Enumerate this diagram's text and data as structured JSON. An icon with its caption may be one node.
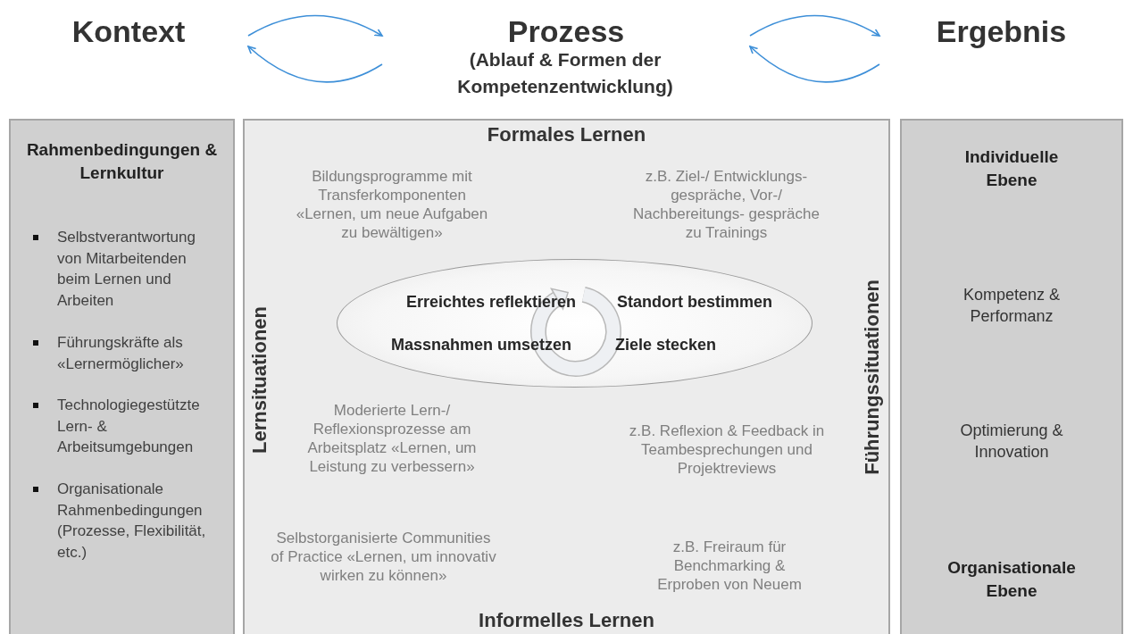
{
  "diagram": {
    "nodes": [
      {
        "text": [
          "Kontext"
        ]
      },
      {
        "text": [
          "Prozess",
          "(Ablauf & Formen der Kompetenzentwicklung)"
        ]
      },
      {
        "text": [
          "Ergebnis"
        ]
      },
      {
        "text": [
          "Rahmenbedingungen & Lernkultur",
          "Selbstverantwortung von Mitarbeitenden beim Lernen und Arbeiten",
          "Führungskräfte als «Lernermöglicher»",
          "Technologiegestützte Lern- & Arbeitsumgebungen",
          "Organisationale Rahmenbedingungen (Prozesse, Flexibilität, etc.)"
        ]
      },
      {
        "text": [
          "Formales Lernen",
          "Lernsituationen",
          "Führungssituationen",
          "Informelles Lernen",
          "Bildungsprogramme mit Transferkomponenten «Lernen, um neue Aufgaben zu bewältigen»",
          "z.B. Ziel-/ Entwicklungs- gespräche, Vor-/ Nachbereitungs- gespräche zu Trainings",
          "Moderierte Lern-/ Reflexionsprozesse am Arbeitsplatz «Lernen, um Leistung zu verbessern»",
          "z.B. Reflexion & Feedback in Teambesprechungen und Projektreviews",
          "Selbstorganisierte Communities of Practice «Lernen, um innovativ wirken zu können»",
          "z.B. Freiraum für Benchmarking & Erproben von Neuem"
        ]
      },
      {
        "text": [
          "Erreichtes reflektieren",
          "Standort bestimmen",
          "Massnahmen umsetzen",
          "Ziele stecken"
        ],
        "in": 4
      },
      {
        "text": [
          "Individuelle Ebene",
          "Kompetenz & Performanz",
          "Optimierung & Innovation",
          "Organisationale Ebene"
        ]
      }
    ],
    "edges": [
      {
        "from": 0,
        "to": 1,
        "arrow": "to"
      },
      {
        "from": 1,
        "to": 0,
        "arrow": "to"
      },
      {
        "from": 1,
        "to": 2,
        "arrow": "to"
      },
      {
        "from": 2,
        "to": 1,
        "arrow": "to"
      }
    ]
  }
}
